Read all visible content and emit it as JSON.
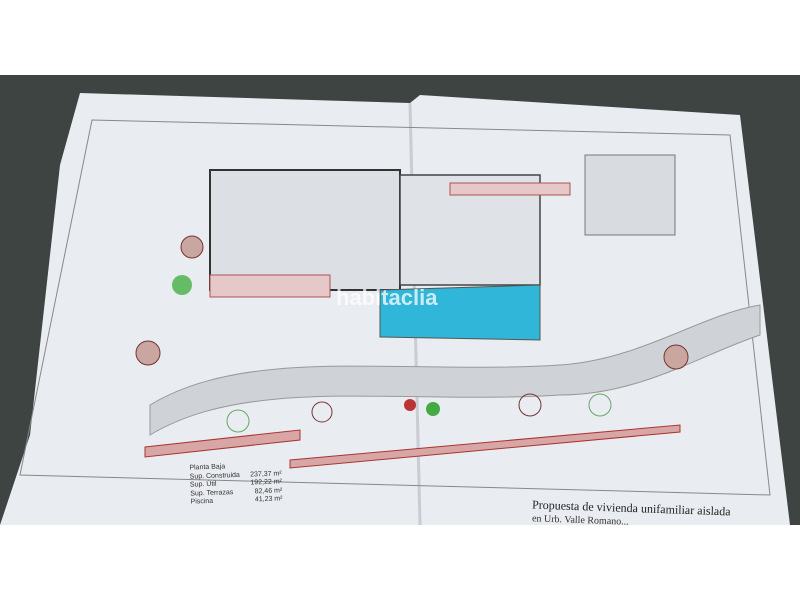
{
  "watermark": "habitaclia",
  "plan_table": {
    "heading": "Planta Baja",
    "rows": [
      {
        "label": "Sup. Construida",
        "value": "237,37 m²"
      },
      {
        "label": "Sup. Útil",
        "value": "192,22 m²"
      },
      {
        "label": "Sup. Terrazas",
        "value": "82,46 m²"
      },
      {
        "label": "Piscina",
        "value": "41,23 m²"
      }
    ]
  },
  "title_block": {
    "title": "Propuesta de vivienda unifamiliar aislada",
    "subtitle": "en Urb. Valle Romano..."
  },
  "colors": {
    "pool": "#2fb6d8",
    "paper": "#eef0f4",
    "background": "#3d4442"
  }
}
